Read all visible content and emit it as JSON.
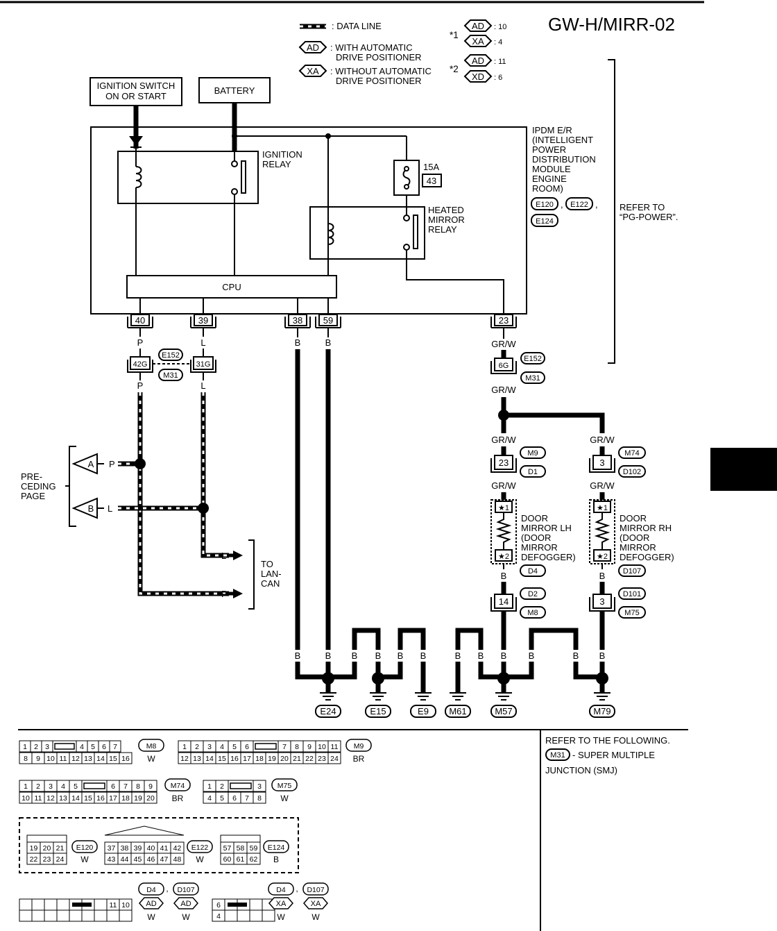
{
  "page_code": "GW-H/MIRR-02",
  "legend": {
    "data_line": ": DATA LINE",
    "ad_symbol": "AD",
    "ad_text_1": ": WITH AUTOMATIC",
    "ad_text_2": "DRIVE POSITIONER",
    "xa_symbol": "XA",
    "xa_text_1": ": WITHOUT AUTOMATIC",
    "xa_text_2": "DRIVE POSITIONER",
    "star1_mark": "*1",
    "star2_mark": "*2",
    "star1_ad": "AD",
    "star1_ad_val": ": 10",
    "star1_xa": "XA",
    "star1_xa_val": ": 4",
    "star2_ad": "AD",
    "star2_ad_val": ": 11",
    "star2_xd": "XD",
    "star2_xd_val": ": 6"
  },
  "sources": {
    "ignition_1": "IGNITION SWITCH",
    "ignition_2": "ON OR START",
    "battery": "BATTERY"
  },
  "ipdm": {
    "lines": [
      "IPDM E/R",
      "(INTELLIGENT",
      "POWER",
      "DISTRIBUTION",
      "MODULE",
      "ENGINE",
      "ROOM)"
    ],
    "conn_1": "E120",
    "conn_2": "E122",
    "conn_3": "E124",
    "sep": ",",
    "ignition_relay_1": "IGNITION",
    "ignition_relay_2": "RELAY",
    "fuse_amp": "15A",
    "fuse_no": "43",
    "heated_1": "HEATED",
    "heated_2": "MIRROR",
    "heated_3": "RELAY",
    "cpu": "CPU",
    "pins": [
      "40",
      "39",
      "38",
      "59",
      "23"
    ]
  },
  "refer_pg": {
    "line1": "REFER TO",
    "line2": "“PG-POWER”."
  },
  "wires": {
    "p": "P",
    "l": "L",
    "b": "B",
    "grw": "GR/W"
  },
  "joint_connectors": {
    "e152": "E152",
    "m31": "M31",
    "pin_42g": "42G",
    "pin_31g": "31G",
    "pin_6g": "6G"
  },
  "left_side": {
    "pre_1": "PRE-",
    "pre_2": "CEDING",
    "pre_3": "PAGE",
    "arrow_a": "A",
    "arrow_b": "B",
    "to_1": "TO",
    "to_2": "LAN-",
    "to_3": "CAN"
  },
  "mirror_lh": {
    "conn_top_pin": "23",
    "conn_top_1": "M9",
    "conn_top_2": "D1",
    "star1": "★1",
    "star2": "★2",
    "name": [
      "DOOR",
      "MIRROR LH",
      "(DOOR",
      "MIRROR",
      "DEFOGGER)"
    ],
    "conn_d": "D4",
    "conn_bot_pin": "14",
    "conn_bot_1": "D2",
    "conn_bot_2": "M8"
  },
  "mirror_rh": {
    "conn_top_pin": "3",
    "conn_top_1": "M74",
    "conn_top_2": "D102",
    "star1": "★1",
    "star2": "★2",
    "name": [
      "DOOR",
      "MIRROR RH",
      "(DOOR",
      "MIRROR",
      "DEFOGGER)"
    ],
    "conn_d": "D107",
    "conn_bot_pin": "3",
    "conn_bot_1": "D101",
    "conn_bot_2": "M75"
  },
  "grounds": [
    "E24",
    "E15",
    "E9",
    "M61",
    "M57",
    "M79"
  ],
  "connectors": {
    "m8": {
      "name": "M8",
      "color": "W",
      "row1": [
        "1",
        "2",
        "3",
        "",
        "4",
        "5",
        "6",
        "7"
      ],
      "row2": [
        "8",
        "9",
        "10",
        "11",
        "12",
        "13",
        "14",
        "15",
        "16"
      ]
    },
    "m9": {
      "name": "M9",
      "color": "BR",
      "row1": [
        "1",
        "2",
        "3",
        "4",
        "5",
        "6",
        "",
        "7",
        "8",
        "9",
        "10",
        "11"
      ],
      "row2": [
        "12",
        "13",
        "14",
        "15",
        "16",
        "17",
        "18",
        "19",
        "20",
        "21",
        "22",
        "23",
        "24"
      ]
    },
    "m74": {
      "name": "M74",
      "color": "BR",
      "row1": [
        "1",
        "2",
        "3",
        "4",
        "5",
        "",
        "6",
        "7",
        "8",
        "9"
      ],
      "row2": [
        "10",
        "11",
        "12",
        "13",
        "14",
        "15",
        "16",
        "17",
        "18",
        "19",
        "20"
      ]
    },
    "m75": {
      "name": "M75",
      "color": "W",
      "row1": [
        "1",
        "2",
        "",
        "3"
      ],
      "row2": [
        "4",
        "5",
        "6",
        "7",
        "8"
      ]
    },
    "e120": {
      "name": "E120",
      "color": "W",
      "row1": [
        "19",
        "20",
        "21"
      ],
      "row2": [
        "22",
        "23",
        "24"
      ]
    },
    "e122": {
      "name": "E122",
      "color": "W",
      "row1": [
        "37",
        "38",
        "39",
        "40",
        "41",
        "42"
      ],
      "row2": [
        "43",
        "44",
        "45",
        "46",
        "47",
        "48"
      ]
    },
    "e124": {
      "name": "E124",
      "color": "B",
      "row1": [
        "57",
        "58",
        "59"
      ],
      "row2": [
        "60",
        "61",
        "62"
      ]
    },
    "d4_ad": {
      "name1": "D4",
      "name2": "D107",
      "sym1": "AD",
      "sym2": "AD",
      "color1": "W",
      "color2": "W",
      "row1": [
        "11",
        "10"
      ]
    },
    "d4_xa": {
      "name1": "D4",
      "name2": "D107",
      "sym1": "XA",
      "sym2": "XA",
      "color1": "W",
      "color2": "W",
      "row1": [
        "6"
      ],
      "row2": [
        "4"
      ]
    }
  },
  "refer_following": {
    "line1": "REFER TO THE FOLLOWING.",
    "conn": "M31",
    "line2": "- SUPER MULTIPLE",
    "line3": "JUNCTION (SMJ)"
  }
}
